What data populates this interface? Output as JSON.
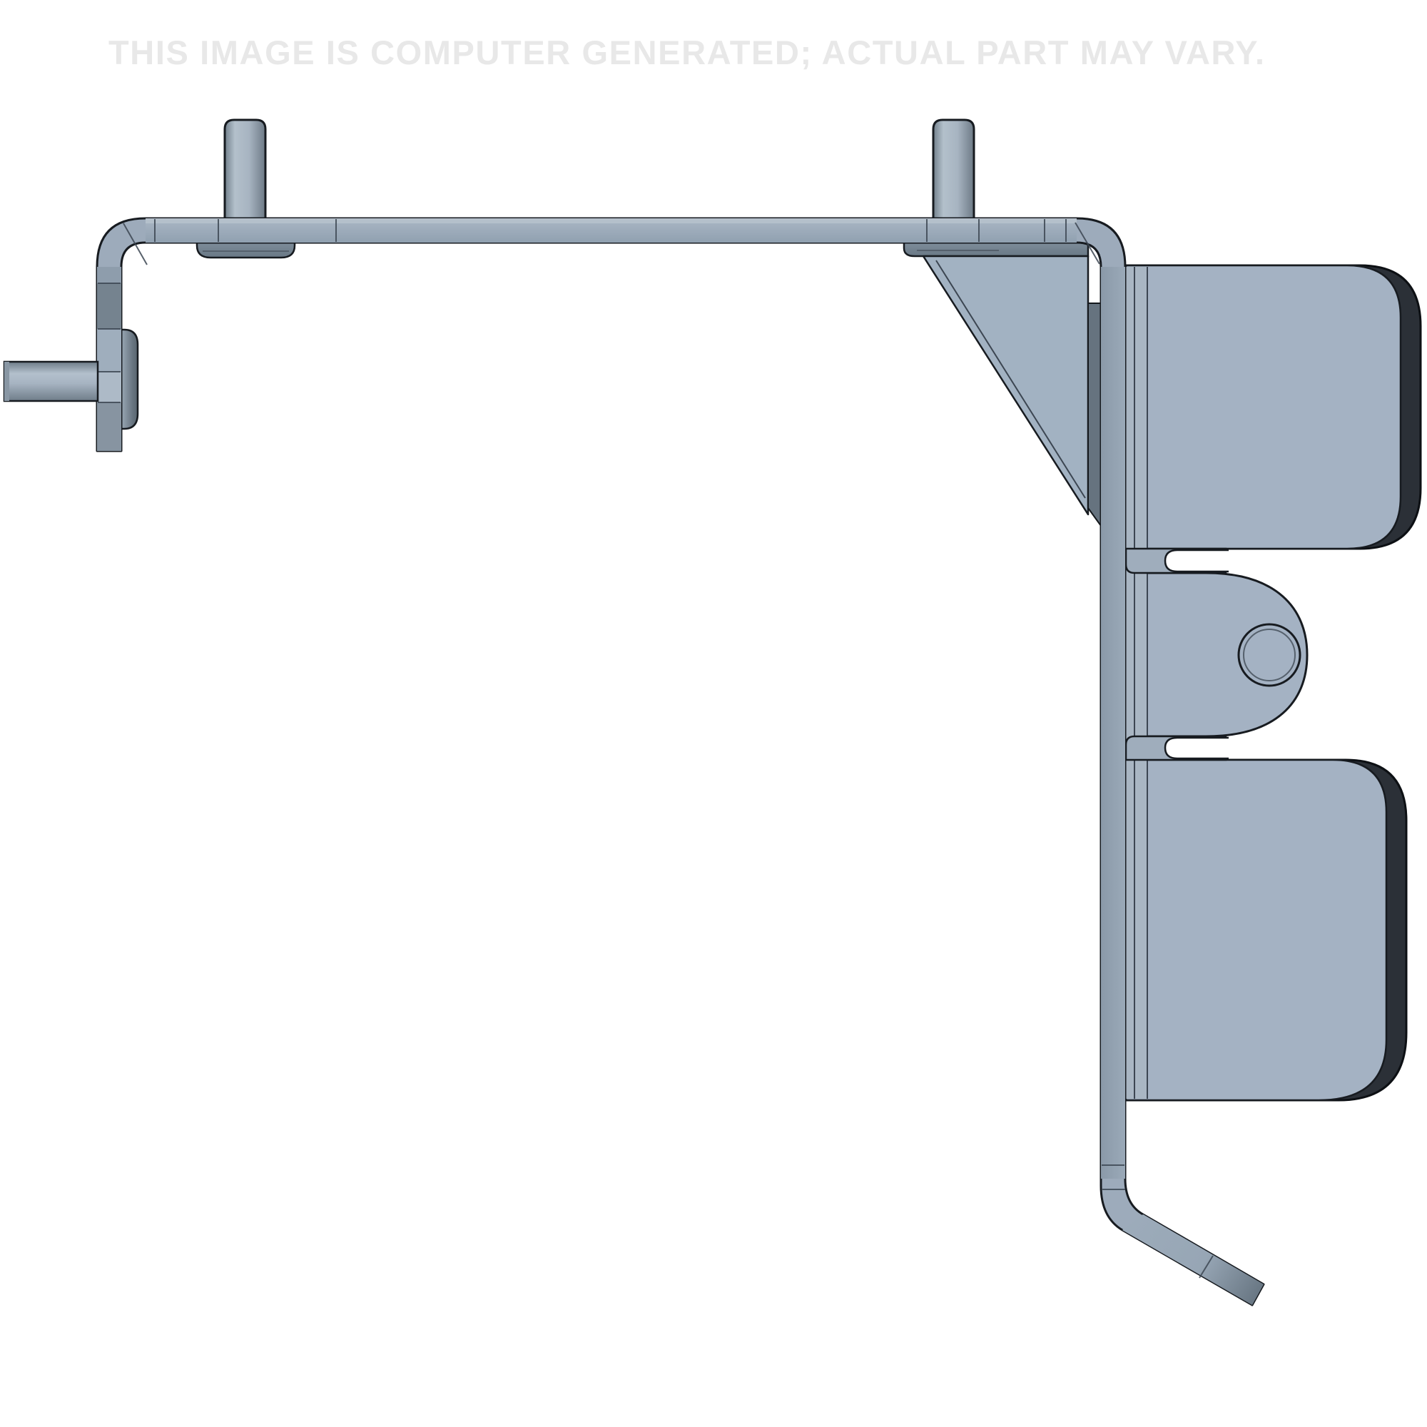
{
  "watermark": {
    "text": "THIS IMAGE IS COMPUTER GENERATED; ACTUAL PART MAY VARY."
  },
  "scene": {
    "kind": "cad-render",
    "subject": "bent sheet-metal mounting bracket, side view",
    "background_color": "#ffffff",
    "watermark_color": "#e8e8e8",
    "part_fill_color": "#9dabbb",
    "plate_fill_color": "#a4b2c3",
    "plate_edge_dark_color": "#2b3037",
    "shadow_face_color": "#76848f",
    "outline_color": "#171b20"
  }
}
